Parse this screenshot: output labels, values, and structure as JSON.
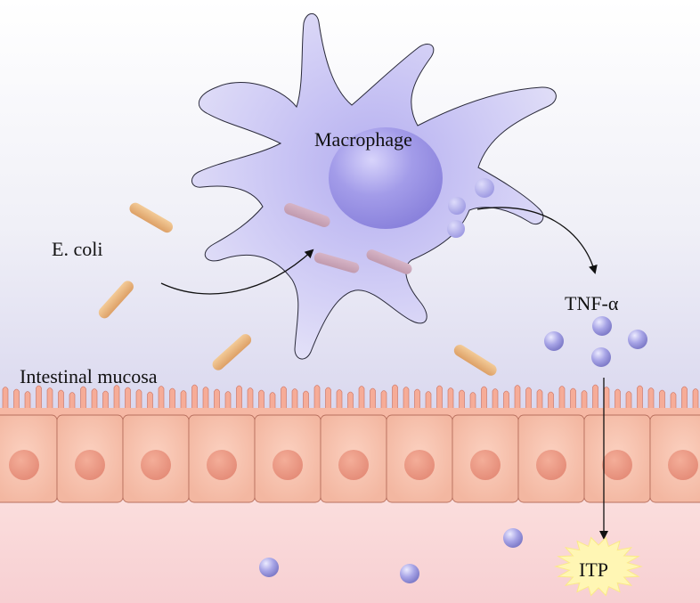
{
  "labels": {
    "macrophage": "Macrophage",
    "ecoli": "E. coli",
    "tnf": "TNF-α",
    "mucosa": "Intestinal mucosa",
    "itp": "ITP"
  },
  "colors": {
    "macrophage_fill": "#c9c6f3",
    "macrophage_nucleus": "#9b93e6",
    "bacteria": "#e8b27a",
    "bacteria_engulfed": "#c9a0b8",
    "cytokine": "#a8a6e6",
    "villi": "#f4a08e",
    "cell_fill": "#f7c4b0",
    "cell_nucleus": "#ee9a86",
    "lumen_bg": "#e7e6f4",
    "blood_bg": "#f8d0d3",
    "burst": "#fff3a8"
  }
}
